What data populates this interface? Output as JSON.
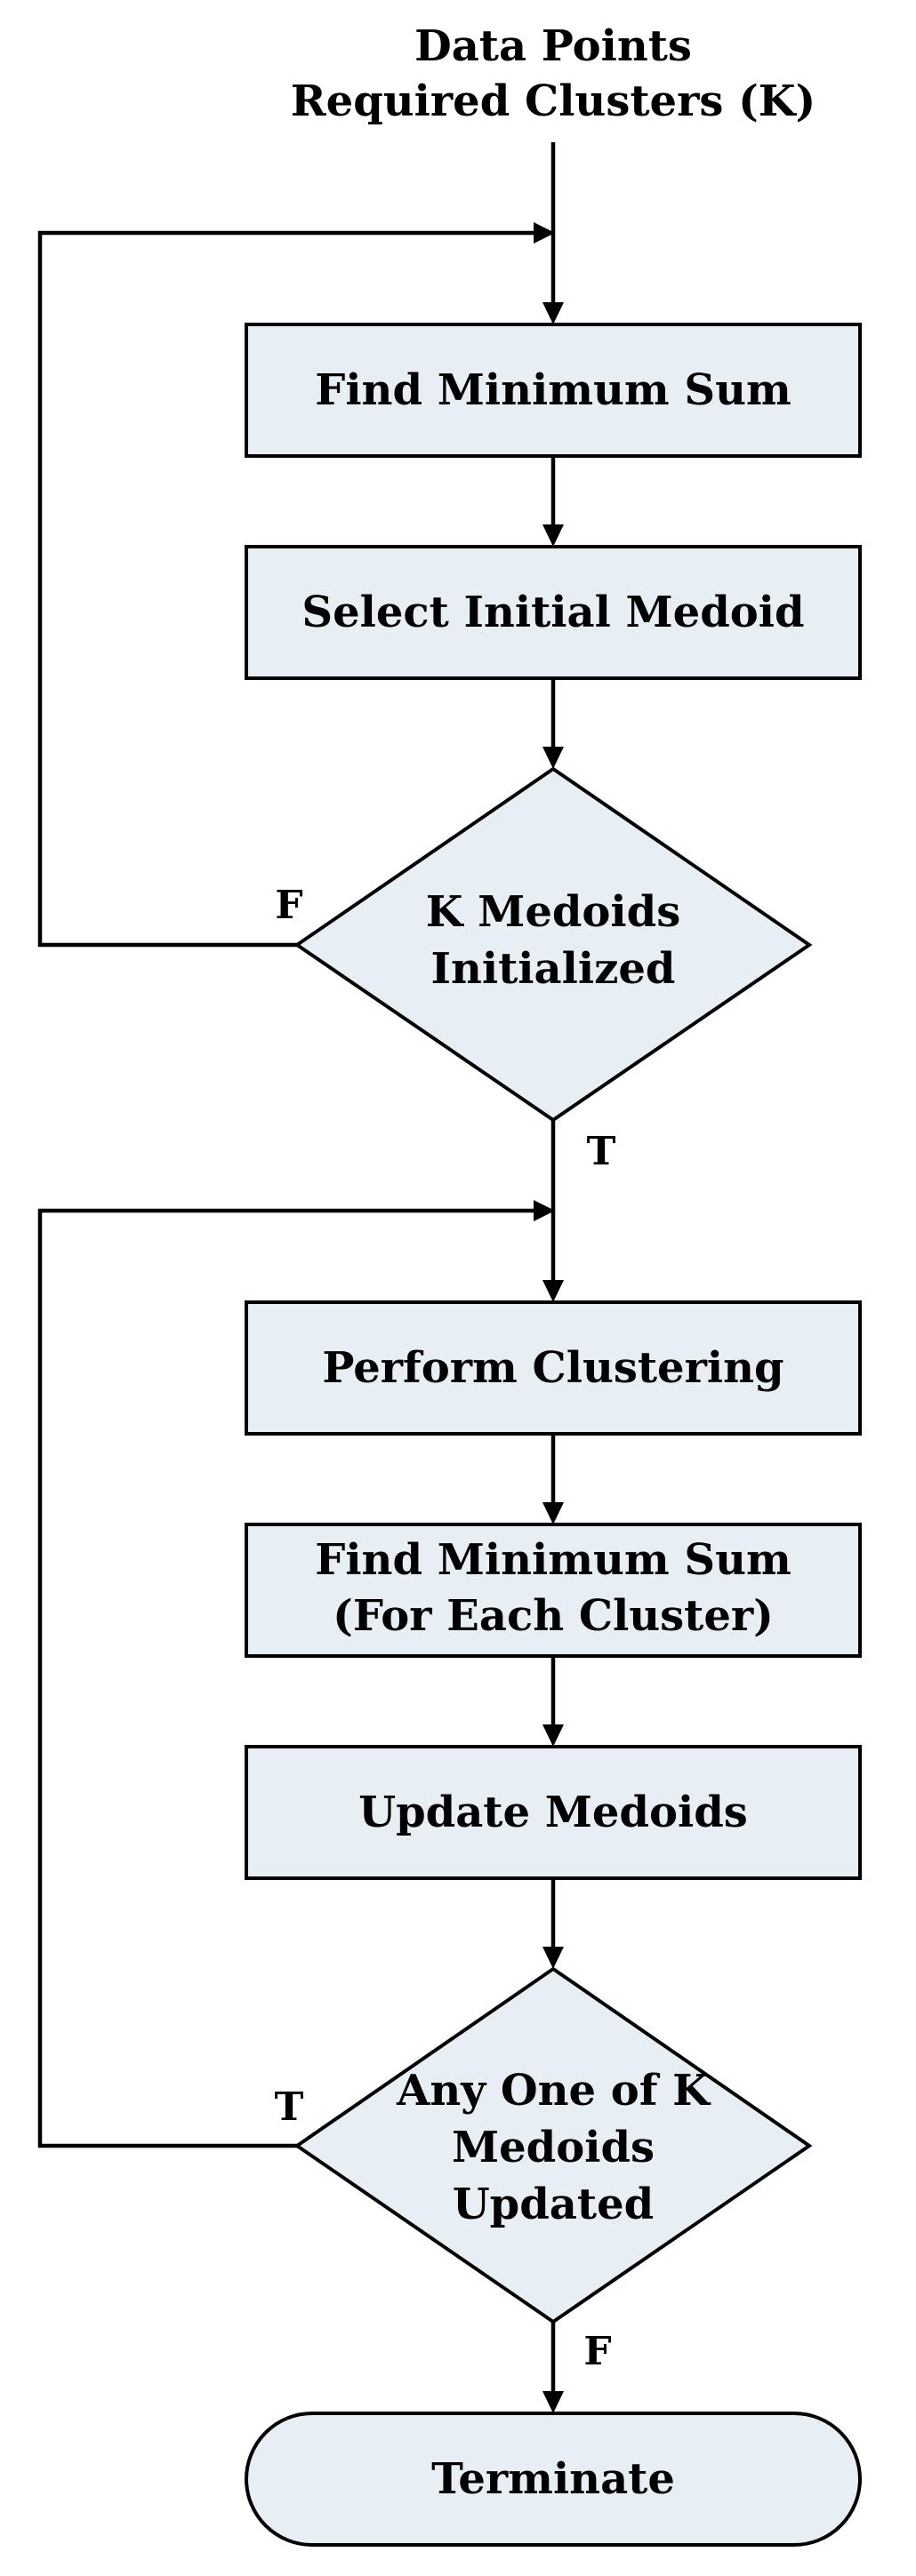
{
  "flowchart": {
    "input": {
      "line1": "Data Points",
      "line2": "Required Clusters (K)"
    },
    "find_min_sum": "Find Minimum Sum",
    "select_initial_medoid": "Select Initial Medoid",
    "decision_initialized": {
      "line1": "K Medoids",
      "line2": "Initialized",
      "false_label": "F",
      "true_label": "T"
    },
    "perform_clustering": "Perform Clustering",
    "find_min_sum_each": {
      "line1": "Find Minimum Sum",
      "line2": "(For Each Cluster)"
    },
    "update_medoids": "Update Medoids",
    "decision_updated": {
      "line1": "Any One of K",
      "line2": "Medoids",
      "line3": "Updated",
      "true_label": "T",
      "false_label": "F"
    },
    "terminate": "Terminate"
  },
  "colors": {
    "box_fill": "#e8eff4",
    "stroke": "#000000"
  }
}
